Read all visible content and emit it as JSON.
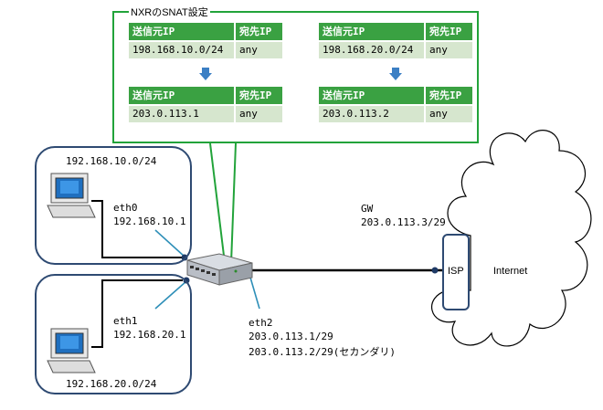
{
  "snat": {
    "title": "NXRのSNAT設定",
    "tables": [
      {
        "h_src": "送信元IP",
        "h_dst": "宛先IP",
        "src": "198.168.10.0/24",
        "dst": "any"
      },
      {
        "h_src": "送信元IP",
        "h_dst": "宛先IP",
        "src": "203.0.113.1",
        "dst": "any"
      },
      {
        "h_src": "送信元IP",
        "h_dst": "宛先IP",
        "src": "198.168.20.0/24",
        "dst": "any"
      },
      {
        "h_src": "送信元IP",
        "h_dst": "宛先IP",
        "src": "203.0.113.2",
        "dst": "any"
      }
    ]
  },
  "lan1": {
    "network": "192.168.10.0/24",
    "iface": "eth0",
    "ip": "192.168.10.1"
  },
  "lan2": {
    "network": "192.168.20.0/24",
    "iface": "eth1",
    "ip": "192.168.20.1"
  },
  "wan": {
    "iface": "eth2",
    "ip1": "203.0.113.1/29",
    "ip2": "203.0.113.2/29(セカンダリ)"
  },
  "gw": {
    "label": "GW",
    "ip": "203.0.113.3/29"
  },
  "isp": {
    "label": "ISP"
  },
  "internet": {
    "label": "Internet"
  },
  "colors": {
    "snat_border": "#22a33a",
    "table_header": "#3aa142",
    "table_cell": "#d6e6ce",
    "arrow": "#3b7fc4",
    "lan_border": "#2e4a72",
    "callout_line": "#2e8fb8"
  }
}
